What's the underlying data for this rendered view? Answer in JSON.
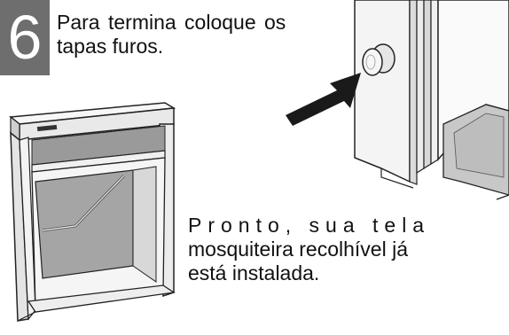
{
  "step": {
    "number": "6"
  },
  "instruction": {
    "line1": "Para termina coloque os",
    "line2": "tapas furos."
  },
  "final_note": {
    "line1": "Pronto, sua tela",
    "line2": "mosquiteira recolhível já",
    "line3": "está instalada."
  },
  "illustrations": {
    "window_logo_text": "",
    "colors": {
      "badge": "#6e6e6e",
      "arrow": "#1a1a1a",
      "line": "#222222"
    }
  }
}
